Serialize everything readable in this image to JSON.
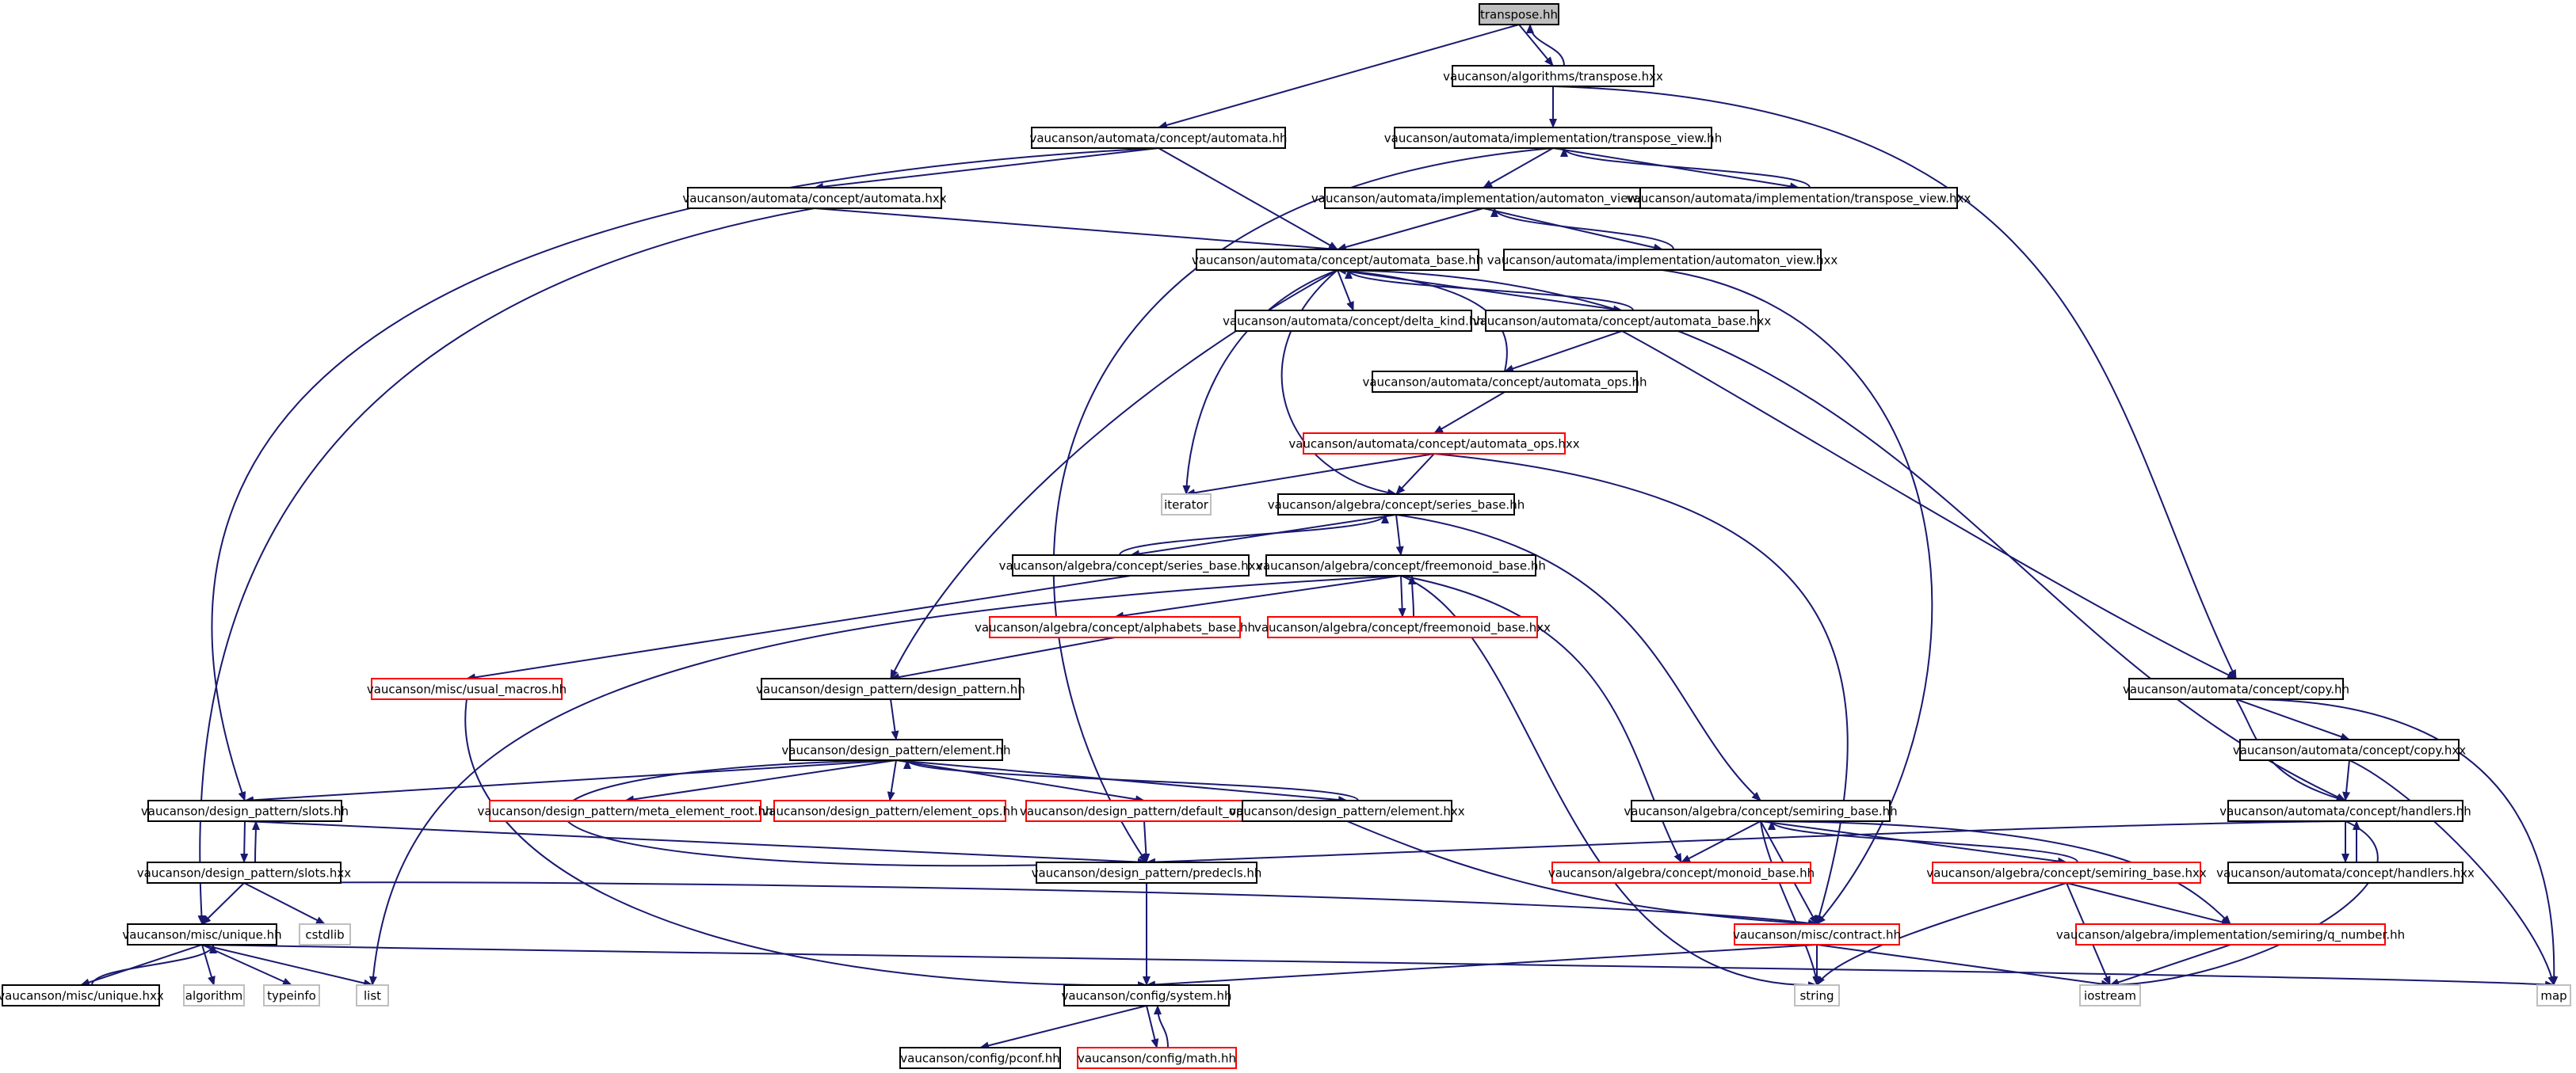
{
  "colors": {
    "edge": "#191970",
    "normal_border": "#000000",
    "red_border": "#ff0000",
    "system_border": "#bfbfbf",
    "current_fill": "#bfbfbf",
    "fill": "#ffffff"
  },
  "nodes": [
    {
      "id": "transpose_hh",
      "label": "transpose.hh",
      "kind": "current"
    },
    {
      "id": "alg_transpose_hxx",
      "label": "vaucanson/algorithms/transpose.hxx",
      "kind": "normal"
    },
    {
      "id": "automata_hh",
      "label": "vaucanson/automata/concept/automata.hh",
      "kind": "normal"
    },
    {
      "id": "transpose_view_hh",
      "label": "vaucanson/automata/implementation/transpose_view.hh",
      "kind": "normal"
    },
    {
      "id": "automata_hxx",
      "label": "vaucanson/automata/concept/automata.hxx",
      "kind": "normal"
    },
    {
      "id": "automaton_view_hh",
      "label": "vaucanson/automata/implementation/automaton_view.hh",
      "kind": "normal"
    },
    {
      "id": "transpose_view_hxx",
      "label": "vaucanson/automata/implementation/transpose_view.hxx",
      "kind": "normal"
    },
    {
      "id": "automata_base_hh",
      "label": "vaucanson/automata/concept/automata_base.hh",
      "kind": "normal"
    },
    {
      "id": "automaton_view_hxx",
      "label": "vaucanson/automata/implementation/automaton_view.hxx",
      "kind": "normal"
    },
    {
      "id": "delta_kind_hh",
      "label": "vaucanson/automata/concept/delta_kind.hh",
      "kind": "normal"
    },
    {
      "id": "automata_base_hxx",
      "label": "vaucanson/automata/concept/automata_base.hxx",
      "kind": "normal"
    },
    {
      "id": "automata_ops_hh",
      "label": "vaucanson/automata/concept/automata_ops.hh",
      "kind": "normal"
    },
    {
      "id": "automata_ops_hxx",
      "label": "vaucanson/automata/concept/automata_ops.hxx",
      "kind": "red"
    },
    {
      "id": "iterator",
      "label": "iterator",
      "kind": "system"
    },
    {
      "id": "series_base_hh",
      "label": "vaucanson/algebra/concept/series_base.hh",
      "kind": "normal"
    },
    {
      "id": "series_base_hxx",
      "label": "vaucanson/algebra/concept/series_base.hxx",
      "kind": "normal"
    },
    {
      "id": "freemonoid_base_hh",
      "label": "vaucanson/algebra/concept/freemonoid_base.hh",
      "kind": "normal"
    },
    {
      "id": "alphabets_base_hh",
      "label": "vaucanson/algebra/concept/alphabets_base.hh",
      "kind": "red"
    },
    {
      "id": "freemonoid_base_hxx",
      "label": "vaucanson/algebra/concept/freemonoid_base.hxx",
      "kind": "red"
    },
    {
      "id": "usual_macros_hh",
      "label": "vaucanson/misc/usual_macros.hh",
      "kind": "red"
    },
    {
      "id": "design_pattern_hh",
      "label": "vaucanson/design_pattern/design_pattern.hh",
      "kind": "normal"
    },
    {
      "id": "copy_hh",
      "label": "vaucanson/automata/concept/copy.hh",
      "kind": "normal"
    },
    {
      "id": "element_hh",
      "label": "vaucanson/design_pattern/element.hh",
      "kind": "normal"
    },
    {
      "id": "copy_hxx",
      "label": "vaucanson/automata/concept/copy.hxx",
      "kind": "normal"
    },
    {
      "id": "slots_hh",
      "label": "vaucanson/design_pattern/slots.hh",
      "kind": "normal"
    },
    {
      "id": "meta_element_root_hh",
      "label": "vaucanson/design_pattern/meta_element_root.hh",
      "kind": "red"
    },
    {
      "id": "element_ops_hh",
      "label": "vaucanson/design_pattern/element_ops.hh",
      "kind": "red"
    },
    {
      "id": "default_ops_hh",
      "label": "vaucanson/design_pattern/default_ops.hh",
      "kind": "red"
    },
    {
      "id": "element_hxx",
      "label": "vaucanson/design_pattern/element.hxx",
      "kind": "normal"
    },
    {
      "id": "semiring_base_hh",
      "label": "vaucanson/algebra/concept/semiring_base.hh",
      "kind": "normal"
    },
    {
      "id": "handlers_hh",
      "label": "vaucanson/automata/concept/handlers.hh",
      "kind": "normal"
    },
    {
      "id": "slots_hxx",
      "label": "vaucanson/design_pattern/slots.hxx",
      "kind": "normal"
    },
    {
      "id": "predecls_hh",
      "label": "vaucanson/design_pattern/predecls.hh",
      "kind": "normal"
    },
    {
      "id": "monoid_base_hh",
      "label": "vaucanson/algebra/concept/monoid_base.hh",
      "kind": "red"
    },
    {
      "id": "semiring_base_hxx",
      "label": "vaucanson/algebra/concept/semiring_base.hxx",
      "kind": "red"
    },
    {
      "id": "handlers_hxx",
      "label": "vaucanson/automata/concept/handlers.hxx",
      "kind": "normal"
    },
    {
      "id": "unique_hh",
      "label": "vaucanson/misc/unique.hh",
      "kind": "normal"
    },
    {
      "id": "cstdlib",
      "label": "cstdlib",
      "kind": "system"
    },
    {
      "id": "contract_hh",
      "label": "vaucanson/misc/contract.hh",
      "kind": "red"
    },
    {
      "id": "q_number_hh",
      "label": "vaucanson/algebra/implementation/semiring/q_number.hh",
      "kind": "red"
    },
    {
      "id": "unique_hxx",
      "label": "vaucanson/misc/unique.hxx",
      "kind": "normal"
    },
    {
      "id": "algorithm",
      "label": "algorithm",
      "kind": "system"
    },
    {
      "id": "typeinfo",
      "label": "typeinfo",
      "kind": "system"
    },
    {
      "id": "list",
      "label": "list",
      "kind": "system"
    },
    {
      "id": "system_hh",
      "label": "vaucanson/config/system.hh",
      "kind": "normal"
    },
    {
      "id": "string",
      "label": "string",
      "kind": "system"
    },
    {
      "id": "iostream",
      "label": "iostream",
      "kind": "system"
    },
    {
      "id": "map",
      "label": "map",
      "kind": "system"
    },
    {
      "id": "pconf_hh",
      "label": "vaucanson/config/pconf.hh",
      "kind": "normal"
    },
    {
      "id": "math_hh",
      "label": "vaucanson/config/math.hh",
      "kind": "red"
    }
  ]
}
